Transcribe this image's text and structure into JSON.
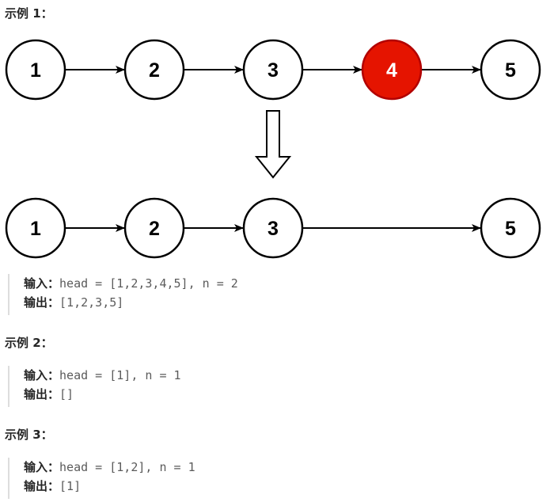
{
  "example1": {
    "title": "示例 1：",
    "input_label": "输入：",
    "input_value": "head = [1,2,3,4,5], n = 2",
    "output_label": "输出：",
    "output_value": "[1,2,3,5]"
  },
  "example2": {
    "title": "示例 2：",
    "input_label": "输入：",
    "input_value": "head = [1], n = 1",
    "output_label": "输出：",
    "output_value": "[]"
  },
  "example3": {
    "title": "示例 3：",
    "input_label": "输入：",
    "input_value": "head = [1,2], n = 1",
    "output_label": "输出：",
    "output_value": "[1]"
  },
  "diagram": {
    "before": {
      "nodes": [
        "1",
        "2",
        "3",
        "4",
        "5"
      ],
      "removed_index": 3
    },
    "after": {
      "nodes": [
        "1",
        "2",
        "3",
        "5"
      ]
    },
    "colors": {
      "removed_fill": "#e51400",
      "node_fill": "#ffffff",
      "stroke": "#000000"
    }
  }
}
